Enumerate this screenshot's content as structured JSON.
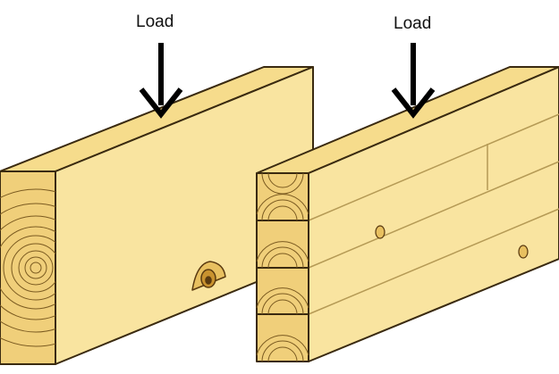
{
  "labels": {
    "left_load": "Load",
    "right_load": "Load"
  },
  "colors": {
    "wood_side": "#f9e4a0",
    "wood_top": "#f6dc8c",
    "wood_end": "#f0cf7a",
    "outline": "#3a2a10",
    "arrow": "#000000"
  },
  "beams": [
    {
      "name": "solid-sawn-beam",
      "laminations": 1
    },
    {
      "name": "glulam-beam",
      "laminations": 4
    }
  ]
}
